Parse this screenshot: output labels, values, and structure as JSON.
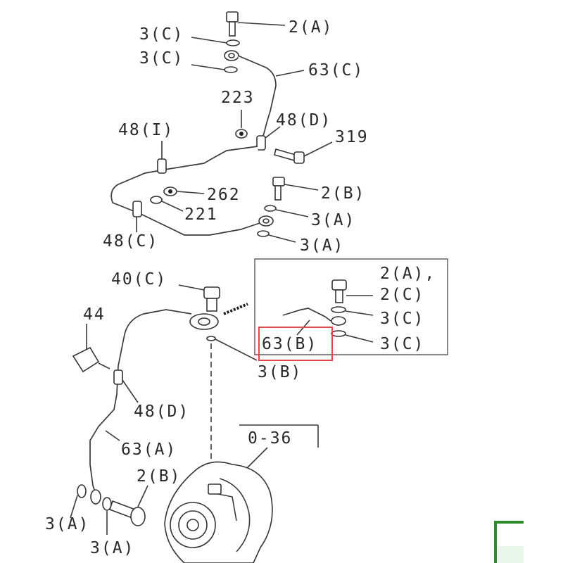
{
  "labels": {
    "l_2A_top": "2(A)",
    "l_3C_1": "3(C)",
    "l_3C_2": "3(C)",
    "l_63C": "63(C)",
    "l_223": "223",
    "l_48I": "48(I)",
    "l_48D_top": "48(D)",
    "l_319": "319",
    "l_262": "262",
    "l_2B_top": "2(B)",
    "l_221": "221",
    "l_3A_1": "3(A)",
    "l_48C": "48(C)",
    "l_3A_2": "3(A)",
    "l_40C": "40(C)",
    "l_44": "44",
    "l_48D_bot": "48(D)",
    "l_63A": "63(A)",
    "l_2B_bot": "2(B)",
    "l_3A_3": "3(A)",
    "l_3A_4": "3(A)",
    "l_3B": "3(B)",
    "l_036": "0-36",
    "inset_2A": "2(A),",
    "inset_2C": "2(C)",
    "inset_3C_1": "3(C)",
    "inset_3C_2": "3(C)",
    "inset_63B": "63(B)"
  },
  "colors": {
    "highlight": "#e04848",
    "accent_green": "#2e8b2e"
  }
}
